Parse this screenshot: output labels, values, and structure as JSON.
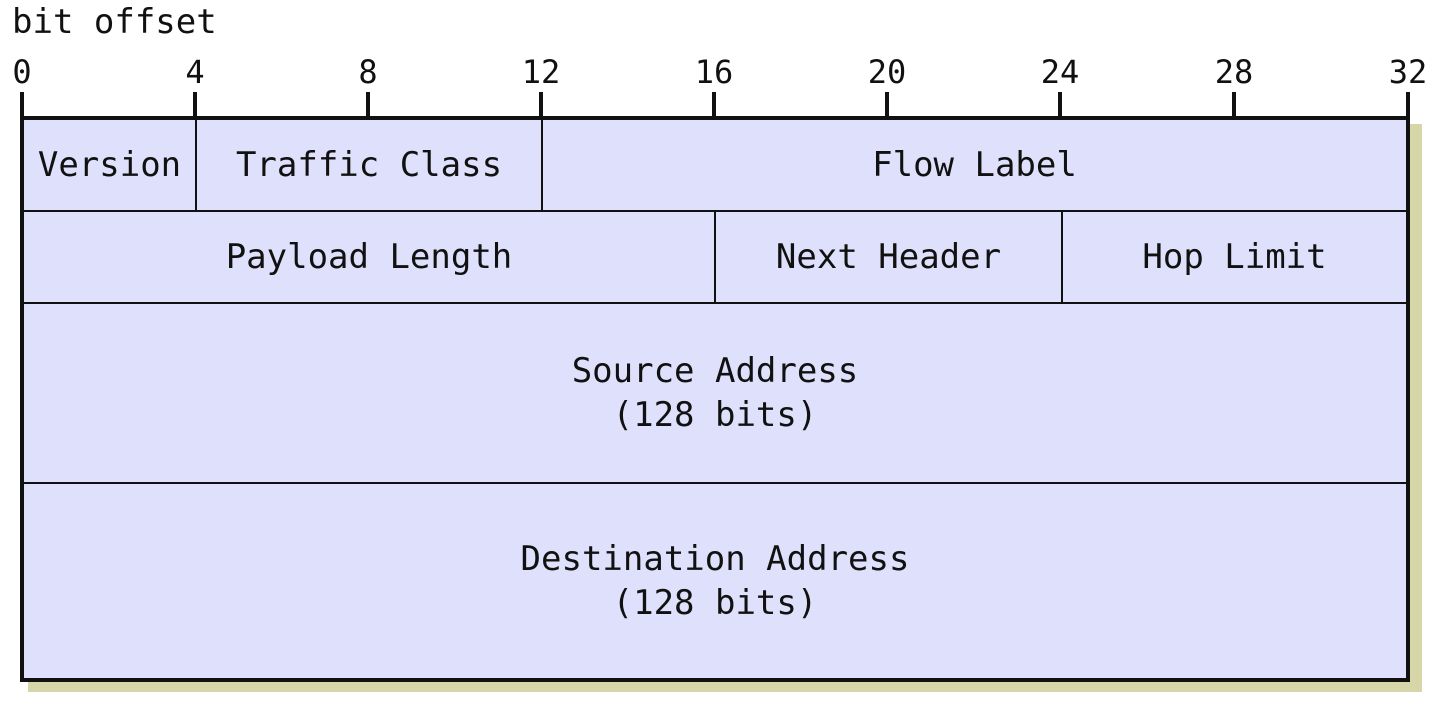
{
  "axis": {
    "caption": "bit offset",
    "ticks": [
      "0",
      "4",
      "8",
      "12",
      "16",
      "20",
      "24",
      "28",
      "32"
    ]
  },
  "fields": {
    "version": "Version",
    "traffic_class": "Traffic Class",
    "flow_label": "Flow Label",
    "payload_length": "Payload Length",
    "next_header": "Next Header",
    "hop_limit": "Hop Limit",
    "source_address": {
      "line1": "Source Address",
      "line2": "(128 bits)"
    },
    "destination_address": {
      "line1": "Destination Address",
      "line2": "(128 bits)"
    }
  },
  "colors": {
    "field_fill": "#dfe0fb",
    "shadow": "#d6d6a8",
    "stroke": "#111111"
  }
}
